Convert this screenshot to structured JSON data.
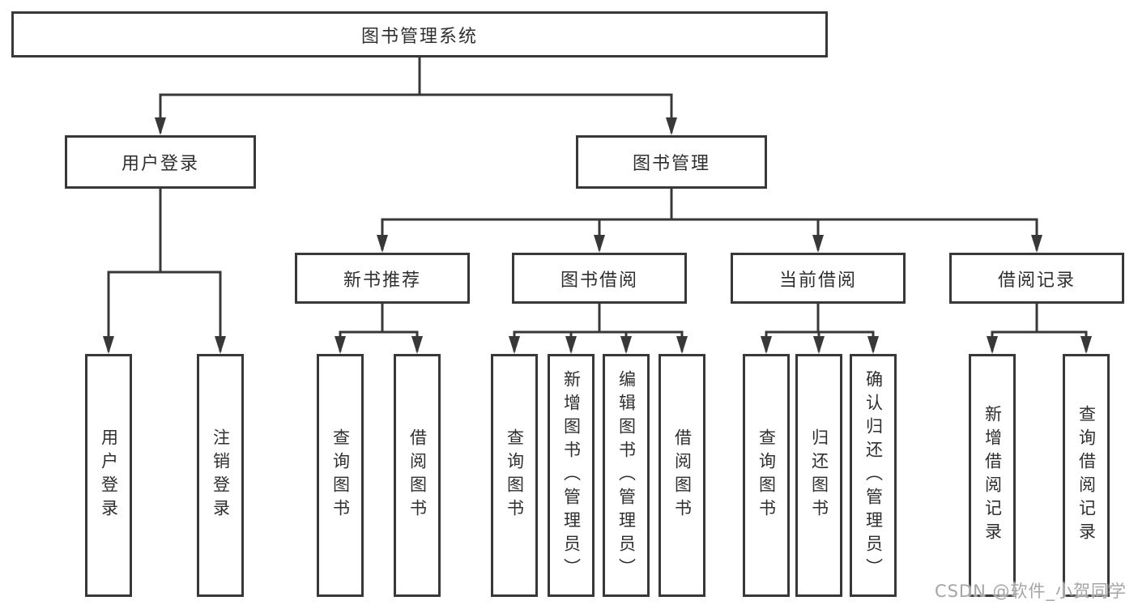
{
  "colors": {
    "line": "#383838",
    "box_fill": "#ffffff",
    "text": "#2f2f2f",
    "watermark": "#a5a5a5",
    "background": "#ffffff"
  },
  "diagram": {
    "root": {
      "label": "图书管理系统"
    },
    "branches": [
      {
        "label": "用户登录",
        "leaves": [
          {
            "label": "用户登录"
          },
          {
            "label": "注销登录"
          }
        ]
      },
      {
        "label": "图书管理",
        "groups": [
          {
            "label": "新书推荐",
            "leaves": [
              {
                "label": "查询图书"
              },
              {
                "label": "借阅图书"
              }
            ]
          },
          {
            "label": "图书借阅",
            "leaves": [
              {
                "label": "查询图书"
              },
              {
                "label": "新增图书（管理员）"
              },
              {
                "label": "编辑图书（管理员）"
              },
              {
                "label": "借阅图书"
              }
            ]
          },
          {
            "label": "当前借阅",
            "leaves": [
              {
                "label": "查询图书"
              },
              {
                "label": "归还图书"
              },
              {
                "label": "确认归还（管理员）"
              }
            ]
          },
          {
            "label": "借阅记录",
            "leaves": [
              {
                "label": "新增借阅记录"
              },
              {
                "label": "查询借阅记录"
              }
            ]
          }
        ]
      }
    ]
  },
  "watermark": {
    "text": "CSDN @软件_小贺同学"
  }
}
